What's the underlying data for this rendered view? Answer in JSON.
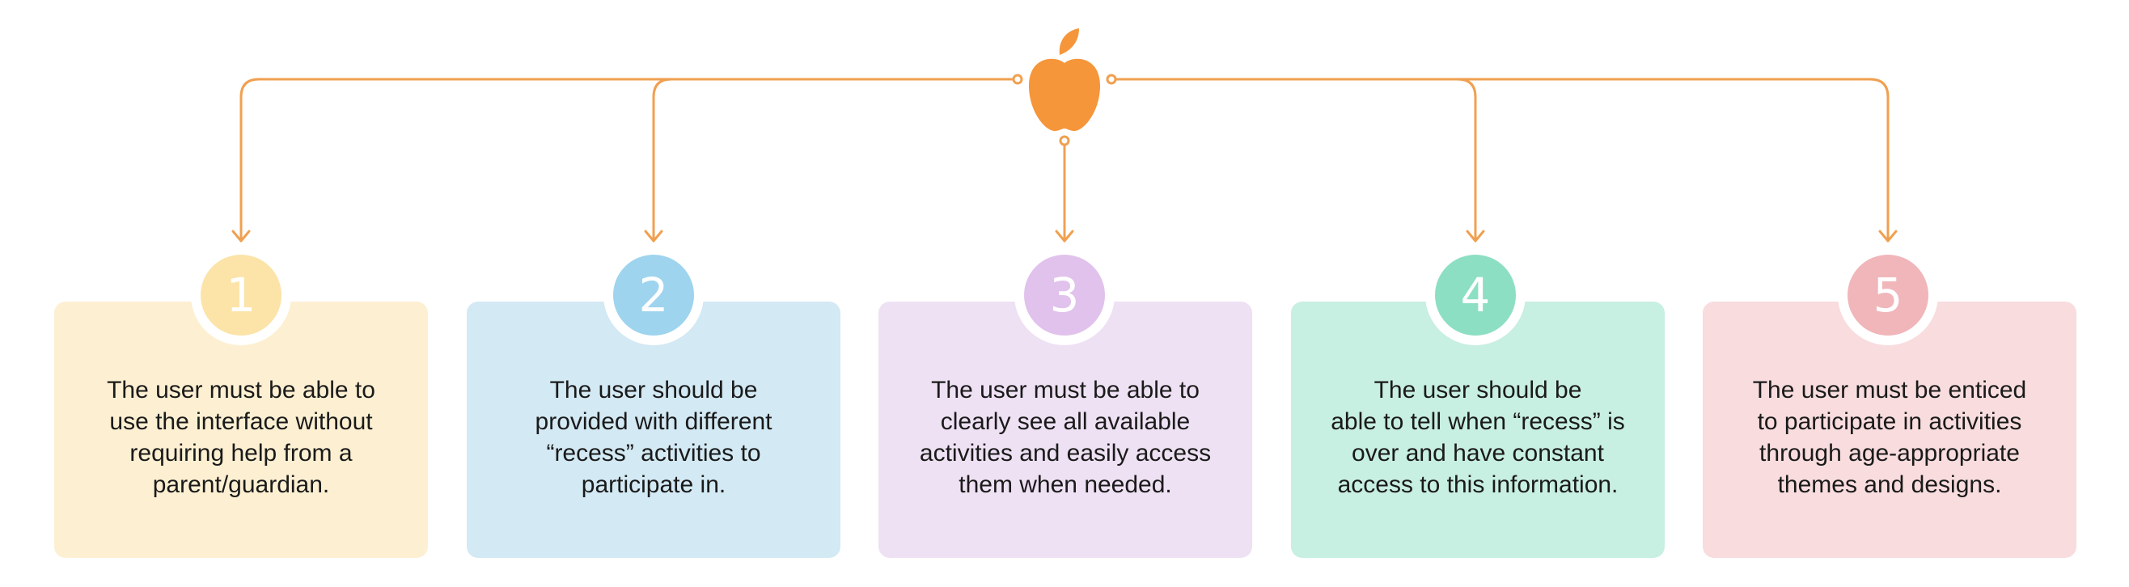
{
  "requirements": [
    {
      "number": "1",
      "text": "The user must be able to\nuse the interface without\nrequiring help from a\nparent/guardian.",
      "card_color": "#FDF0D2",
      "badge_color": "#FCE3A8"
    },
    {
      "number": "2",
      "text": "The user should be\nprovided with different\n“recess” activities to\nparticipate in.",
      "card_color": "#D3E9F4",
      "badge_color": "#9ED4EE"
    },
    {
      "number": "3",
      "text": "The user must be able to\nclearly see all available\nactivities and easily access\nthem when needed.",
      "card_color": "#EEE1F3",
      "badge_color": "#E1C2EC"
    },
    {
      "number": "4",
      "text": "The user should be\nable to tell when “recess” is\nover and have constant\naccess to this information.",
      "card_color": "#C7EFE2",
      "badge_color": "#8DDFC3"
    },
    {
      "number": "5",
      "text": "The user must be enticed\nto participate in activities\nthrough age-appropriate\nthemes and designs.",
      "card_color": "#F8DCDE",
      "badge_color": "#F0B6BA"
    }
  ],
  "colors": {
    "connector": "#F0A050",
    "apple": "#F5963A"
  },
  "icons": {
    "hub": "apple-icon"
  }
}
